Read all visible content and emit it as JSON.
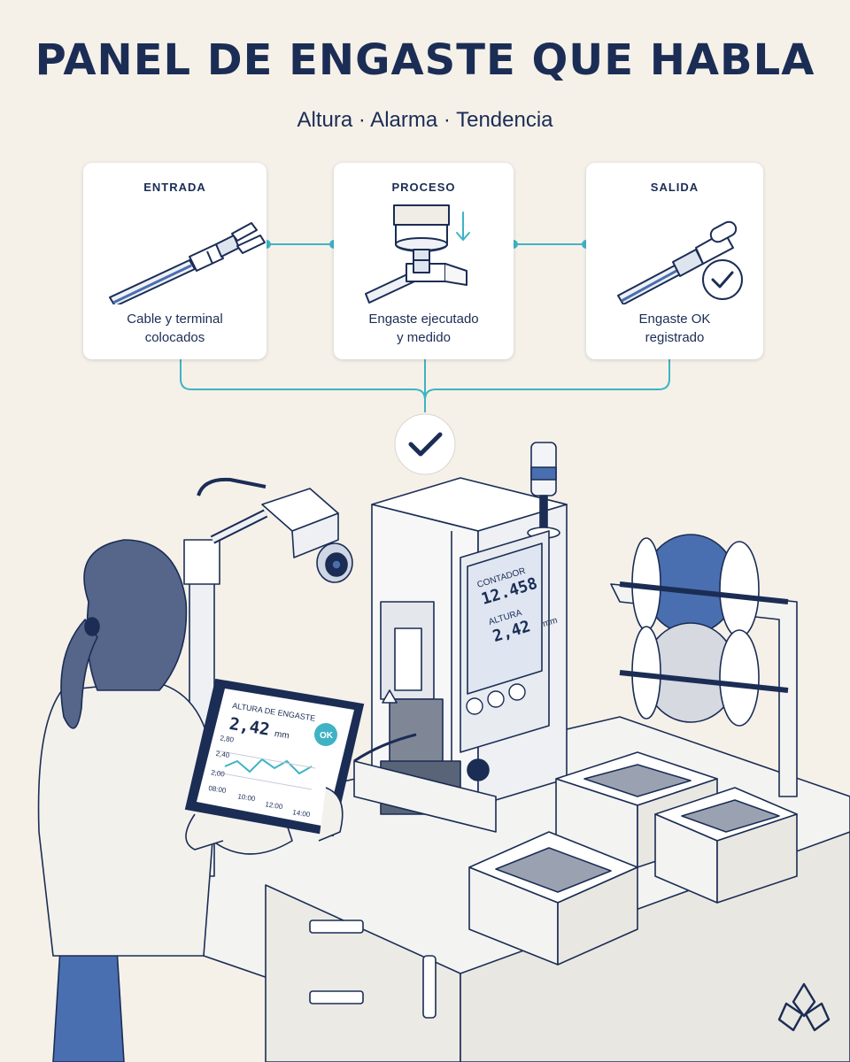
{
  "header": {
    "title": "PANEL DE ENGASTE QUE HABLA",
    "subtitle": "Altura · Alarma · Tendencia"
  },
  "steps": [
    {
      "label": "ENTRADA",
      "caption_line1": "Cable y terminal",
      "caption_line2": "colocados"
    },
    {
      "label": "PROCESO",
      "caption_line1": "Engaste ejecutado",
      "caption_line2": "y medido"
    },
    {
      "label": "SALIDA",
      "caption_line1": "Engaste OK",
      "caption_line2": "registrado"
    }
  ],
  "machine_display": {
    "counter_label": "CONTADOR",
    "counter_value": "12.458",
    "height_label": "ALTURA",
    "height_value": "2,42",
    "height_unit": "mm"
  },
  "tablet": {
    "title": "ALTURA DE ENGASTE",
    "value": "2,42",
    "unit": "mm",
    "status": "OK",
    "y_ticks": [
      "2,80",
      "2,40",
      "2,00"
    ],
    "x_ticks": [
      "08:00",
      "10:00",
      "12:00",
      "14:00"
    ]
  },
  "colors": {
    "navy": "#1b2d55",
    "teal": "#3fb3c4",
    "cable_blue": "#4a6fb0",
    "background": "#f5f1e9"
  },
  "icons": [
    "check-icon",
    "down-arrow-icon",
    "warning-icon",
    "logo-icon"
  ]
}
